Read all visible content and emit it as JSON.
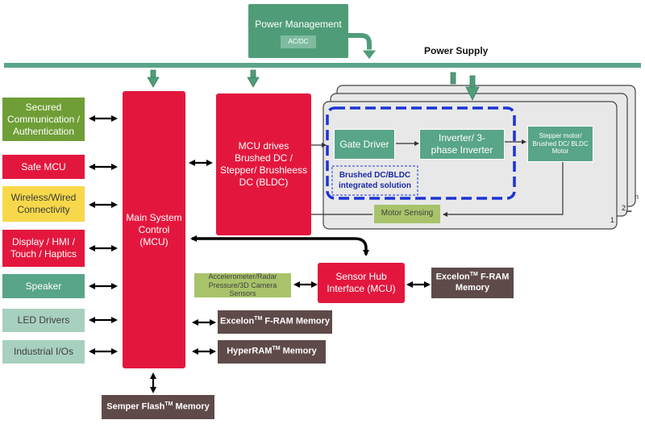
{
  "power_management": {
    "title": "Power Management",
    "sub": "AC/DC"
  },
  "power_supply": "Power Supply",
  "left_blocks": [
    {
      "label": "Secured Communication / Authentication"
    },
    {
      "label": "Safe MCU"
    },
    {
      "label": "Wireless/Wired Connectivity"
    },
    {
      "label": "Display / HMI / Touch / Haptics"
    },
    {
      "label": "Speaker"
    },
    {
      "label": "LED Drivers"
    },
    {
      "label": "Industrial I/Os"
    }
  ],
  "main_control": "Main System Control (MCU)",
  "mcu_drives": "MCU drives Brushed DC / Stepper/ Brushleess DC (BLDC)",
  "gate_driver": "Gate Driver",
  "inverter": "Inverter/ 3-phase Inverter",
  "motor": "Stepper motor/ Brushed DC/ BLDC Motor",
  "integrated": "Brushed DC/BLDC integrated solution",
  "motor_sensing": "Motor Sensing",
  "stack_labels": {
    "n": "n",
    "two": "2",
    "one": "1",
    "dots": "..."
  },
  "sensors": "Accelerometer/Radar Pressure/3D Camera Sensors",
  "sensor_hub": "Sensor Hub Interface (MCU)",
  "excelon_hub": {
    "name": "Excelon",
    "tm": "TM",
    "suffix": " F-RAM Memory"
  },
  "excelon_main": {
    "name": "Excelon",
    "tm": "TM",
    "suffix": " F-RAM  Memory"
  },
  "hyperram": {
    "name": "HyperRAM",
    "tm": "TM",
    "suffix": " Memory"
  },
  "semper": {
    "name": "Semper Flash",
    "tm": "TM",
    "suffix": " Memory"
  },
  "colors": {
    "red": "#e3173e",
    "green": "#4f9d78",
    "bus": "#5aa58a",
    "brown": "#5f4a4a",
    "blue_dash": "#1c33d6"
  }
}
